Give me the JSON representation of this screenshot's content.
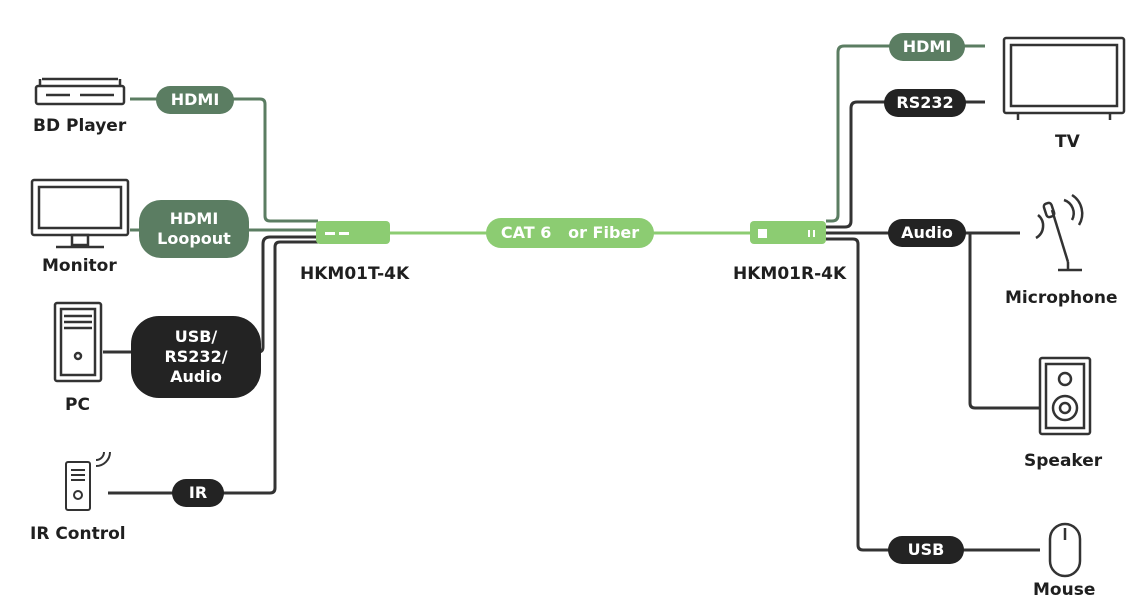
{
  "devices": {
    "bd_player": "BD Player",
    "monitor": "Monitor",
    "pc": "PC",
    "ir_control": "IR Control",
    "tv": "TV",
    "microphone": "Microphone",
    "speaker": "Speaker",
    "mouse": "Mouse"
  },
  "units": {
    "transmitter": "HKM01T-4K",
    "receiver": "HKM01R-4K"
  },
  "connections": {
    "hdmi_in": "HDMI",
    "hdmi_loopout": "HDMI\nLoopout",
    "usb_rs232_audio": "USB/\nRS232/\nAudio",
    "ir": "IR",
    "link": "CAT 6   or Fiber",
    "hdmi_out": "HDMI",
    "rs232_out": "RS232",
    "audio_out": "Audio",
    "usb_out": "USB"
  },
  "colors": {
    "hdmi_green": "#5b7d62",
    "link_green": "#8ccc72",
    "dark": "#232323",
    "stroke": "#333333"
  }
}
